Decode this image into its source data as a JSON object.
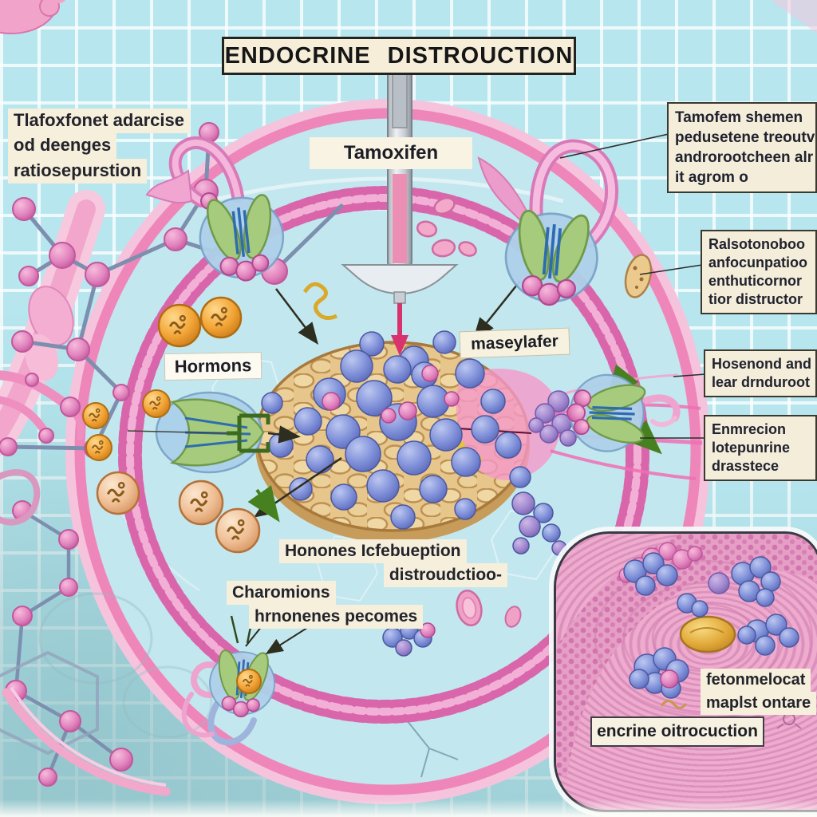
{
  "title": "ENDOCRINE DISTROUCTION",
  "syringe_label": "Tamoxifen",
  "top_left_note": {
    "line1": "Tlafoxfonet adarcise",
    "line2": "od deenges",
    "line3": "ratiosepurstion"
  },
  "hormones_label": "Hormons",
  "receptor_label": "maseylafer",
  "center_note": {
    "line1": "Honones Icfebueption",
    "line2": "distroudctioo-"
  },
  "chromatin_note": {
    "line1": "Charomions",
    "line2": "hrnonenes pecomes"
  },
  "callouts": {
    "c1": {
      "line1": "Tamofem shemen",
      "line2": "pedusetene treoutv",
      "line3": "androrootcheen alr",
      "line4": "it agrom o"
    },
    "c2": {
      "line1": "Ralsotonoboo",
      "line2": "anfocunpatioo",
      "line3": "enthuticornor",
      "line4": "tior distructor"
    },
    "c3": {
      "line1": "Hosenond and",
      "line2": "lear drnduroot"
    },
    "c4": {
      "line1": "Enmrecion",
      "line2": "lotepunrine",
      "line3": "drasstece"
    }
  },
  "inset": {
    "note1": {
      "line1": "fetonmelocat",
      "line2": "maplst ontare"
    },
    "note2": "encrine oitrocuction"
  },
  "colors": {
    "background": "#b7e6ee",
    "grid_line": "#ffffff",
    "cell_fill": "#c3e7ee",
    "membrane_pink": "#ef86ba",
    "beaded_ring": "#d966ab",
    "tissue_tan": "#e7c68c",
    "sphere_blue": "#7d8ed8",
    "sphere_pink": "#df7ab8",
    "hormone_orange": "#f2a435",
    "hormone_peach": "#efbd92",
    "receptor_green": "#a6cb7c",
    "receptor_blue": "#aed1ea",
    "ribbon_pink": "#f2a9d3",
    "label_cream": "#f5efdc",
    "inset_pink": "#e8a5c8",
    "nucleus_gold": "#e3ab3c",
    "needle_pink": "#d8336e"
  }
}
